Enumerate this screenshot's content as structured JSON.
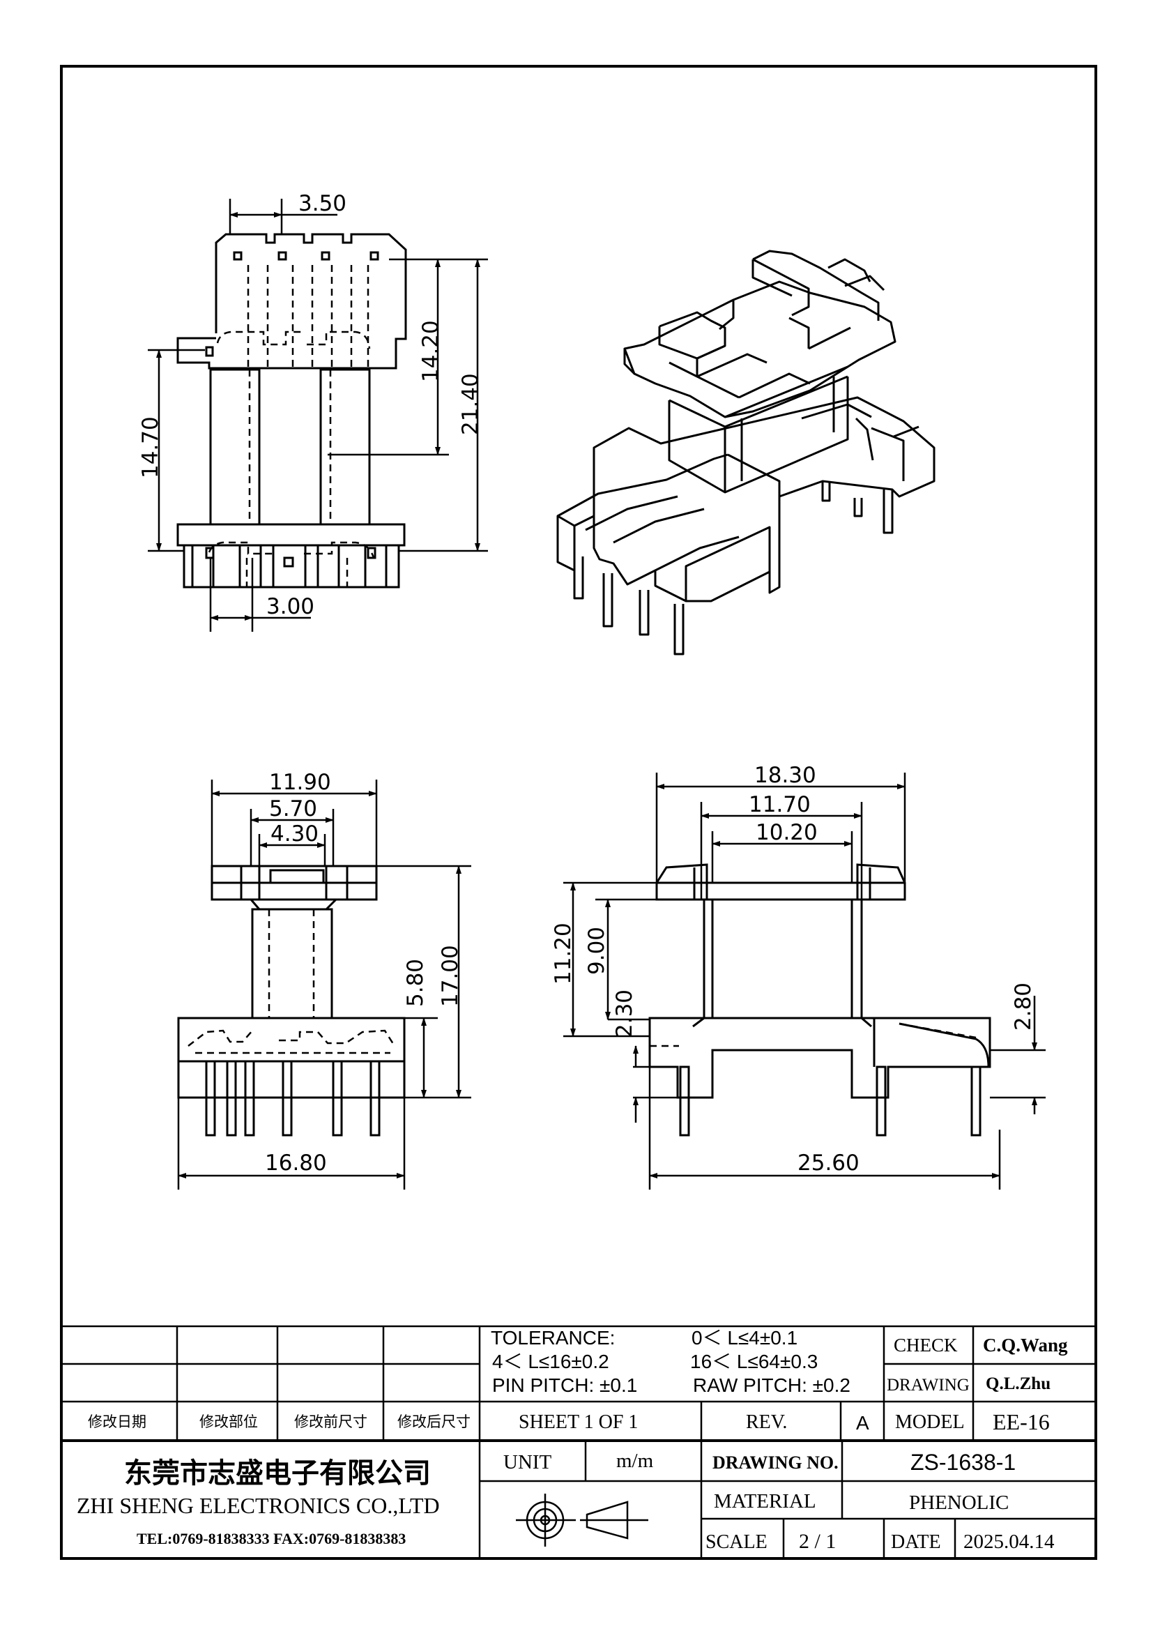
{
  "drawing": {
    "dims": {
      "pin_spacing_top": "3.50",
      "top_inner_height": "14.20",
      "top_overall_height": "21.40",
      "top_left_height": "14.70",
      "pin_spacing_bottom": "3.00",
      "side_flange_width": "11.90",
      "side_inner_width": "5.70",
      "side_core_width": "4.30",
      "side_base_height": "5.80",
      "side_overall_height": "17.00",
      "side_base_width": "16.80",
      "front_flange_width": "18.30",
      "front_inner_width": "11.70",
      "front_core_width": "10.20",
      "front_height_1": "11.20",
      "front_height_2": "9.00",
      "front_base_thickness": "2.30",
      "front_right_height": "2.80",
      "front_overall_width": "25.60"
    }
  },
  "title_block": {
    "tolerance_label": "TOLERANCE:",
    "tol_1": "0＜ L≤4±0.1",
    "tol_2": "4＜ L≤16±0.2",
    "tol_3": "16＜ L≤64±0.3",
    "pin_pitch": "PIN PITCH: ±0.1",
    "raw_pitch": "RAW PITCH: ±0.2",
    "check_label": "CHECK",
    "check_value": "C.Q.Wang",
    "drawing_label": "DRAWING",
    "drawing_value": "Q.L.Zhu",
    "rev_headers": [
      "修改日期",
      "修改部位",
      "修改前尺寸",
      "修改后尺寸"
    ],
    "sheet": "SHEET 1 OF 1",
    "rev_label": "REV.",
    "rev_value": "A",
    "model_label": "MODEL",
    "model_value": "EE-16",
    "company_cn": "东莞市志盛电子有限公司",
    "company_en": "ZHI SHENG  ELECTRONICS CO.,LTD",
    "tel_fax": "TEL:0769-81838333 FAX:0769-81838383",
    "unit_label": "UNIT",
    "unit_value": "m/m",
    "drawing_no_label": "DRAWING  NO.",
    "drawing_no_value": "ZS-1638-1",
    "material_label": "MATERIAL",
    "material_value": "PHENOLIC",
    "scale_label": "SCALE",
    "scale_value": "2 / 1",
    "date_label": "DATE",
    "date_value": "2025.04.14"
  }
}
